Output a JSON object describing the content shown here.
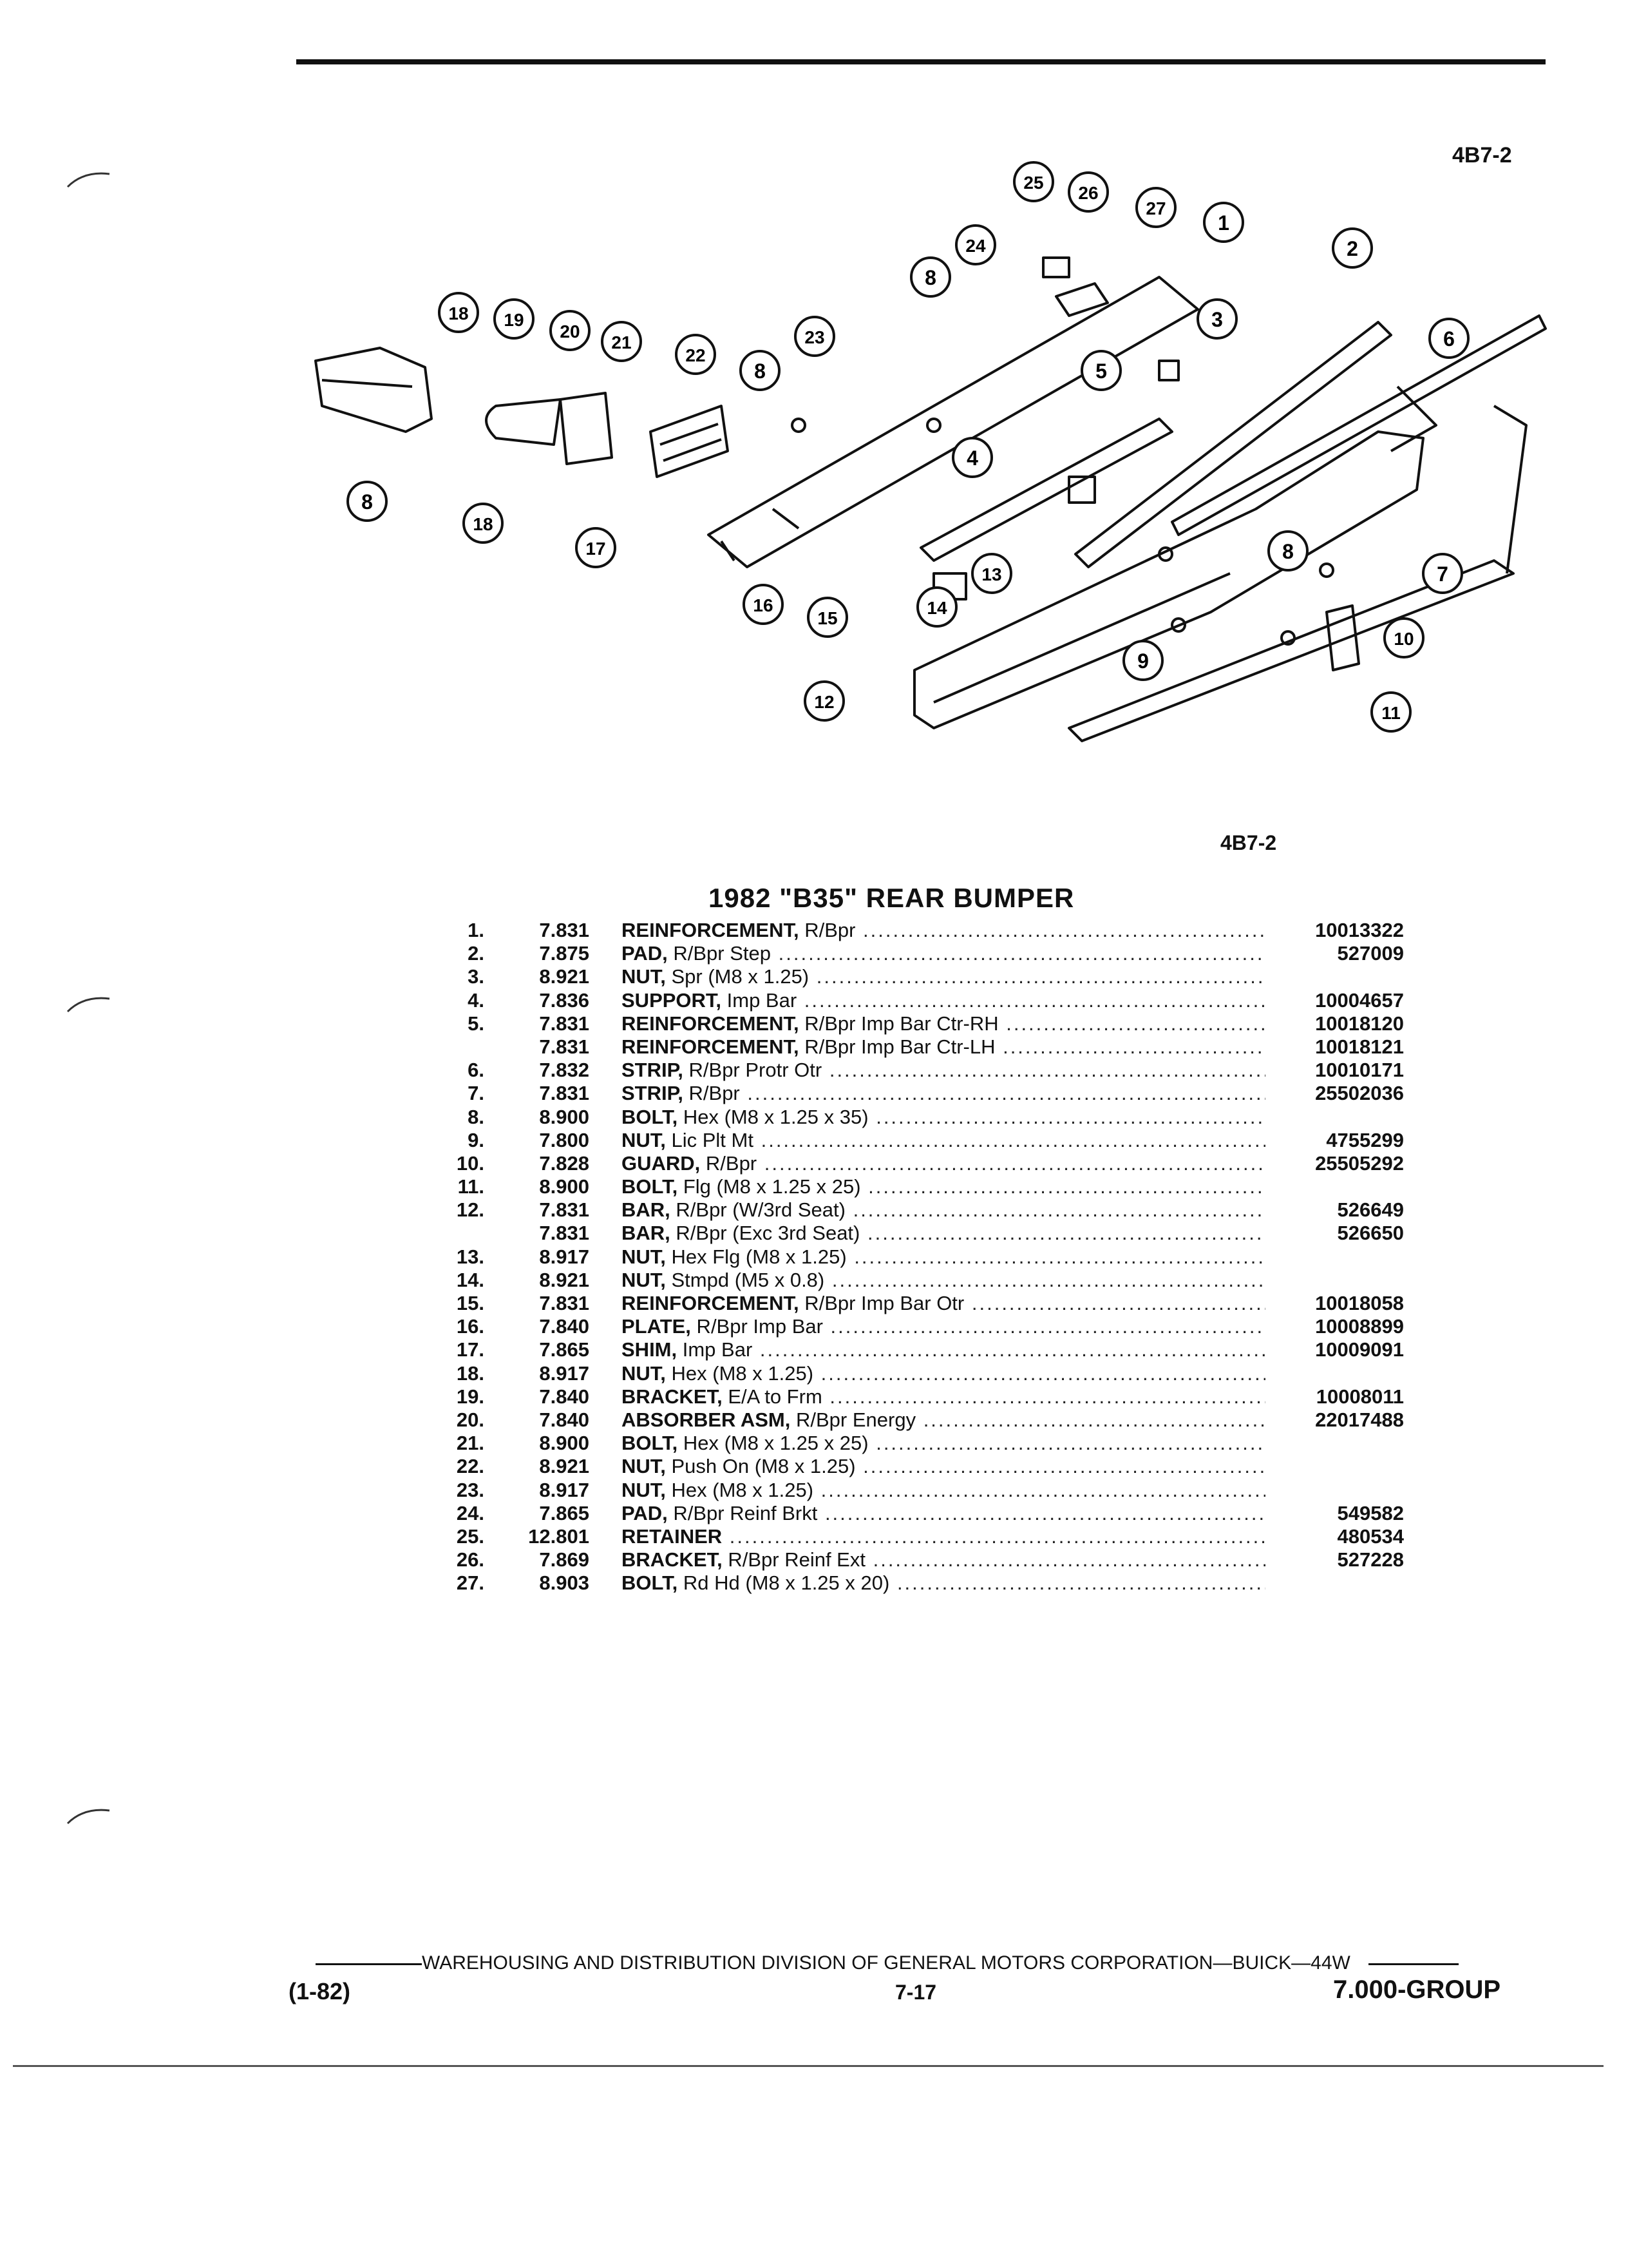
{
  "header": {
    "figure_code_top": "4B7-2",
    "figure_code_bottom": "4B7-2"
  },
  "title": "1982 \"B35\" REAR BUMPER",
  "callouts": [
    "1",
    "2",
    "3",
    "4",
    "5",
    "6",
    "7",
    "8",
    "9",
    "10",
    "11",
    "12",
    "13",
    "14",
    "15",
    "16",
    "17",
    "18",
    "19",
    "20",
    "21",
    "22",
    "23",
    "24",
    "25",
    "26",
    "27"
  ],
  "parts": [
    {
      "no": "1.",
      "group": "7.831",
      "name": "REINFORCEMENT,",
      "desc": " R/Bpr",
      "part": "10013322"
    },
    {
      "no": "2.",
      "group": "7.875",
      "name": "PAD,",
      "desc": " R/Bpr Step",
      "part": "527009"
    },
    {
      "no": "3.",
      "group": "8.921",
      "name": "NUT,",
      "desc": " Spr (M8 x 1.25)",
      "part": ""
    },
    {
      "no": "4.",
      "group": "7.836",
      "name": "SUPPORT,",
      "desc": " Imp Bar",
      "part": "10004657"
    },
    {
      "no": "5.",
      "group": "7.831",
      "name": "REINFORCEMENT,",
      "desc": " R/Bpr Imp Bar Ctr-RH",
      "part": "10018120"
    },
    {
      "no": "",
      "group": "7.831",
      "name": "REINFORCEMENT,",
      "desc": " R/Bpr Imp Bar Ctr-LH",
      "part": "10018121"
    },
    {
      "no": "6.",
      "group": "7.832",
      "name": "STRIP,",
      "desc": " R/Bpr Protr Otr",
      "part": "10010171"
    },
    {
      "no": "7.",
      "group": "7.831",
      "name": "STRIP,",
      "desc": " R/Bpr",
      "part": "25502036"
    },
    {
      "no": "8.",
      "group": "8.900",
      "name": "BOLT,",
      "desc": " Hex (M8 x 1.25 x 35)",
      "part": ""
    },
    {
      "no": "9.",
      "group": "7.800",
      "name": "NUT,",
      "desc": " Lic Plt Mt",
      "part": "4755299"
    },
    {
      "no": "10.",
      "group": "7.828",
      "name": "GUARD,",
      "desc": " R/Bpr",
      "part": "25505292"
    },
    {
      "no": "11.",
      "group": "8.900",
      "name": "BOLT,",
      "desc": " Flg (M8 x 1.25 x 25)",
      "part": ""
    },
    {
      "no": "12.",
      "group": "7.831",
      "name": "BAR,",
      "desc": " R/Bpr (W/3rd Seat)",
      "part": "526649"
    },
    {
      "no": "",
      "group": "7.831",
      "name": "BAR,",
      "desc": " R/Bpr (Exc 3rd Seat)",
      "part": "526650"
    },
    {
      "no": "13.",
      "group": "8.917",
      "name": "NUT,",
      "desc": " Hex Flg (M8 x 1.25)",
      "part": ""
    },
    {
      "no": "14.",
      "group": "8.921",
      "name": "NUT,",
      "desc": " Stmpd (M5 x 0.8)",
      "part": ""
    },
    {
      "no": "15.",
      "group": "7.831",
      "name": "REINFORCEMENT,",
      "desc": " R/Bpr Imp Bar Otr",
      "part": "10018058"
    },
    {
      "no": "16.",
      "group": "7.840",
      "name": "PLATE,",
      "desc": " R/Bpr Imp Bar",
      "part": "10008899"
    },
    {
      "no": "17.",
      "group": "7.865",
      "name": "SHIM,",
      "desc": " Imp Bar",
      "part": "10009091"
    },
    {
      "no": "18.",
      "group": "8.917",
      "name": "NUT,",
      "desc": " Hex (M8 x 1.25)",
      "part": ""
    },
    {
      "no": "19.",
      "group": "7.840",
      "name": "BRACKET,",
      "desc": " E/A to Frm",
      "part": "10008011"
    },
    {
      "no": "20.",
      "group": "7.840",
      "name": "ABSORBER ASM,",
      "desc": " R/Bpr Energy",
      "part": "22017488"
    },
    {
      "no": "21.",
      "group": "8.900",
      "name": "BOLT,",
      "desc": " Hex (M8 x 1.25 x 25)",
      "part": ""
    },
    {
      "no": "22.",
      "group": "8.921",
      "name": "NUT,",
      "desc": " Push On (M8 x 1.25)",
      "part": ""
    },
    {
      "no": "23.",
      "group": "8.917",
      "name": "NUT,",
      "desc": " Hex (M8 x 1.25)",
      "part": ""
    },
    {
      "no": "24.",
      "group": "7.865",
      "name": "PAD,",
      "desc": " R/Bpr Reinf Brkt",
      "part": "549582"
    },
    {
      "no": "25.",
      "group": "12.801",
      "name": "RETAINER",
      "desc": "",
      "part": "480534"
    },
    {
      "no": "26.",
      "group": "7.869",
      "name": "BRACKET,",
      "desc": " R/Bpr Reinf Ext",
      "part": "527228"
    },
    {
      "no": "27.",
      "group": "8.903",
      "name": "BOLT,",
      "desc": " Rd Hd (M8 x 1.25 x 20)",
      "part": ""
    }
  ],
  "footer": {
    "publisher": "WAREHOUSING AND DISTRIBUTION  DIVISION OF GENERAL MOTORS CORPORATION—BUICK—44W",
    "date": "(1-82)",
    "page": "7-17",
    "group": "7.000-GROUP"
  }
}
